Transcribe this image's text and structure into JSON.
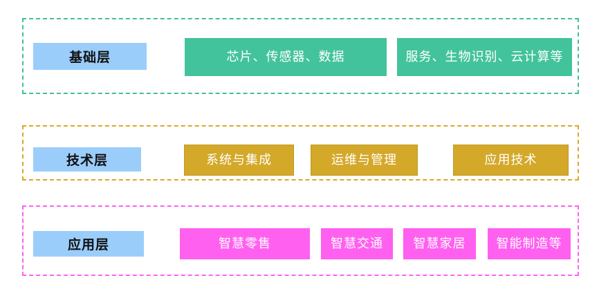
{
  "diagram": {
    "type": "layered-architecture",
    "layers": [
      {
        "id": "foundation",
        "label": "基础层",
        "border_color": "#41bf96",
        "node_color": "#43c39b",
        "nodes": [
          {
            "label": "芯片、传感器、数据"
          },
          {
            "label": "服务、生物识别、云计算等"
          }
        ]
      },
      {
        "id": "technology",
        "label": "技术层",
        "border_color": "#d9a825",
        "node_color": "#d4a829",
        "nodes": [
          {
            "label": "系统与集成"
          },
          {
            "label": "运维与管理"
          },
          {
            "label": "应用技术"
          }
        ]
      },
      {
        "id": "application",
        "label": "应用层",
        "border_color": "#ff60f0",
        "node_color": "#ff60f0",
        "nodes": [
          {
            "label": "智慧零售"
          },
          {
            "label": "智慧交通"
          },
          {
            "label": "智慧家居"
          },
          {
            "label": "智能制造等"
          }
        ]
      }
    ],
    "label_chip_color": "#9bcdfb",
    "background_color": "#ffffff"
  }
}
